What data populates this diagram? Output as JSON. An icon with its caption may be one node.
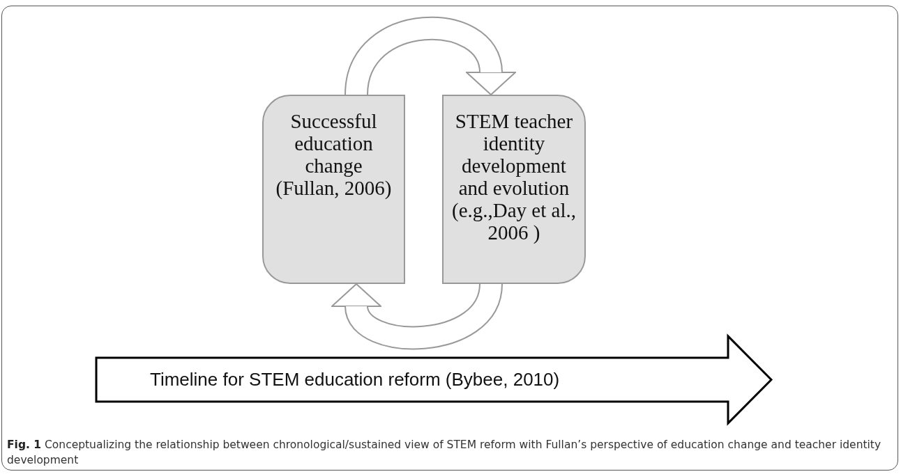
{
  "diagram": {
    "caption": "**Fig. 1** Conceptualizing the relationship between chronological/sustained view of STEM reform with Fullan’s perspective of education change and teacher identity development",
    "nodes": [
      {
        "text": [
          "Successful education change (Fullan, 2006)"
        ]
      },
      {
        "text": [
          "STEM teacher identity development and evolution (e.g.,Day et al., 2006 )"
        ]
      },
      {
        "text": [
          "Timeline for STEM education reform (Bybee, 2010)"
        ]
      }
    ],
    "edges": [
      {
        "from": 0,
        "to": 1,
        "arrow": "to"
      },
      {
        "from": 1,
        "to": 0,
        "arrow": "to"
      }
    ]
  }
}
